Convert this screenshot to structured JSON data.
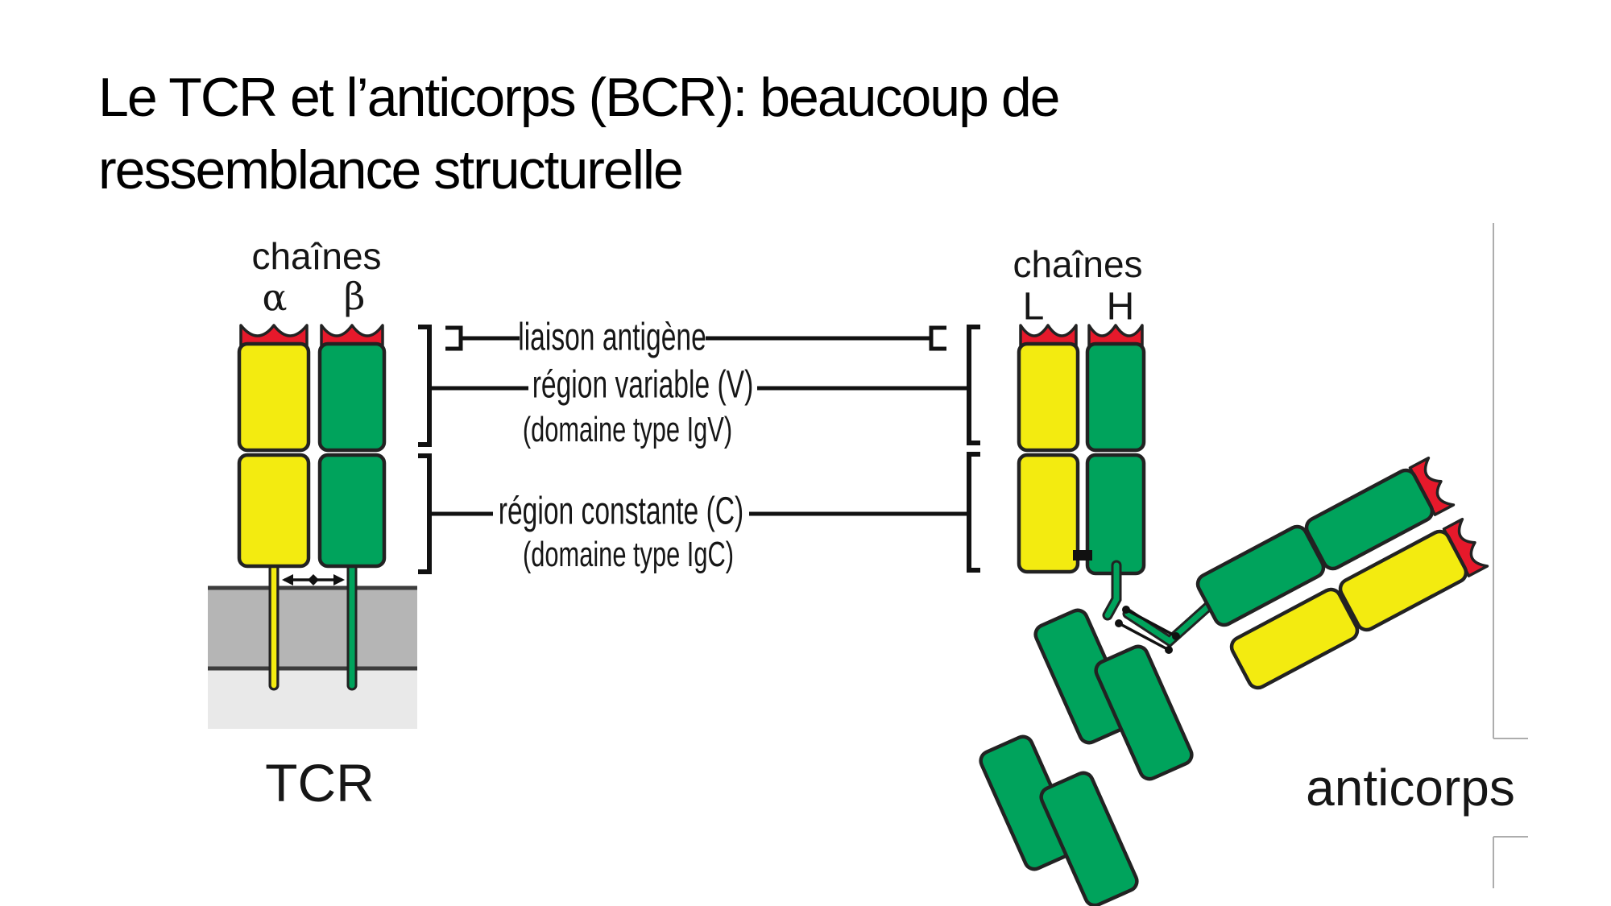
{
  "title": {
    "line1": "Le TCR et l’anticorps (BCR): beaucoup de",
    "line2": "ressemblance structurelle"
  },
  "tcr": {
    "chains_label": "chaînes",
    "alpha_chain": "α",
    "beta_chain": "β",
    "name": "TCR"
  },
  "antibody": {
    "chains_label": "chaînes",
    "light_chain": "L",
    "heavy_chain": "H",
    "name": "anticorps"
  },
  "annotations": {
    "antigen_binding": "liaison antigène",
    "variable_region": "région variable (V)",
    "variable_domain": "(domaine type IgV)",
    "constant_region": "région constante (C)",
    "constant_domain": "(domaine type IgC)"
  },
  "colors": {
    "c-yellow": "#F3EB10",
    "c-green": "#00A35C",
    "c-red": "#E6192B",
    "c-outline": "#222222",
    "c-ink": "#111111",
    "c-membrane": "#B5B5B5",
    "c-membrane-line": "#3C3C3C",
    "c-membrane-light": "#E9E9E9",
    "c-artifact": "#ADADAD"
  }
}
